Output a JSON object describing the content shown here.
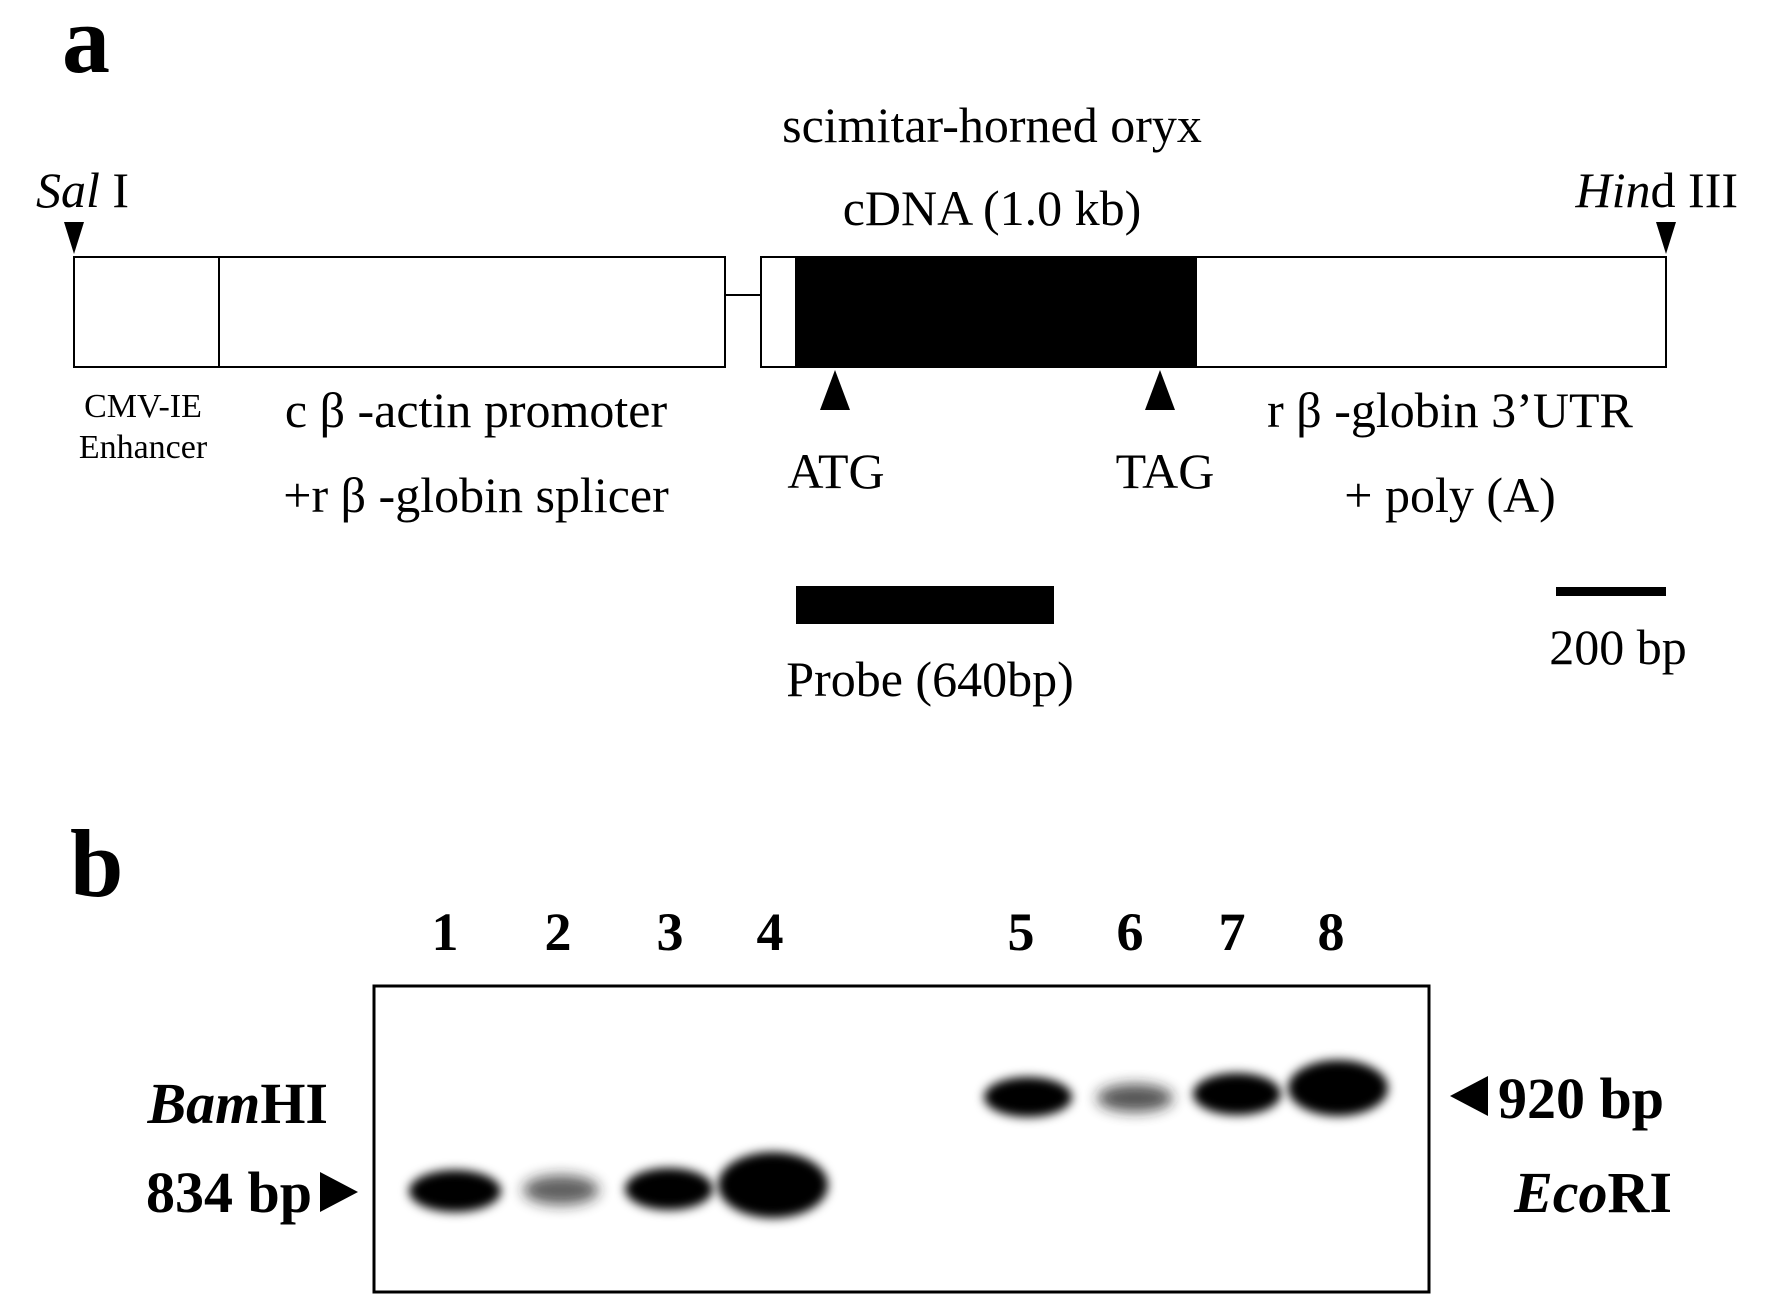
{
  "panel_a": {
    "label": "a",
    "insert_title_line1": "scimitar-horned oryx",
    "insert_title_line2": "cDNA (1.0 kb)",
    "site_left": {
      "italic": "Sal",
      "rest": " I"
    },
    "site_right": {
      "italic": "Hin",
      "rest": "d III"
    },
    "enhancer_line1": "CMV-IE",
    "enhancer_line2": "Enhancer",
    "promoter_line1": "c β -actin promoter",
    "promoter_line2": "+r β -globin splicer",
    "start_codon": "ATG",
    "stop_codon": "TAG",
    "utr_line1": "r β -globin 3’UTR",
    "utr_line2": "+ poly (A)",
    "probe_label": "Probe (640bp)",
    "scale_label": "200 bp"
  },
  "panel_b": {
    "label": "b",
    "lanes": [
      "1",
      "2",
      "3",
      "4",
      "5",
      "6",
      "7",
      "8"
    ],
    "left_enzyme": {
      "italic": "Bam",
      "rest": "HI"
    },
    "left_size": "834 bp",
    "right_size": "920 bp",
    "right_enzyme": {
      "italic": "Eco",
      "rest": "RI"
    }
  },
  "colors": {
    "ink": "#000000",
    "paper": "#ffffff"
  }
}
